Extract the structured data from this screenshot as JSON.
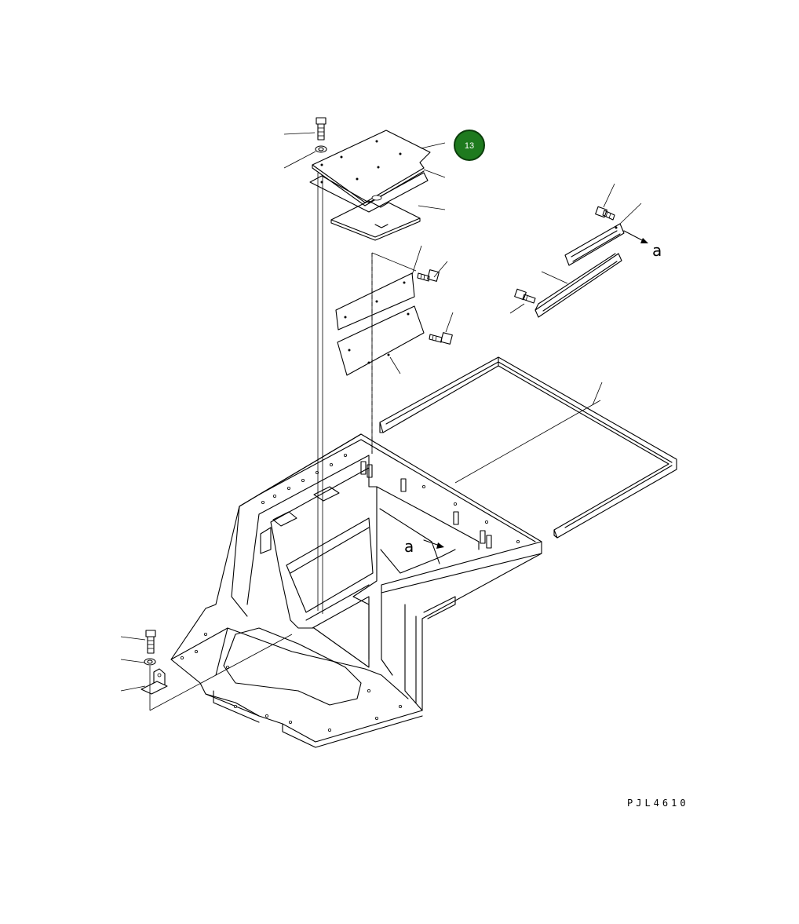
{
  "callout": {
    "number": "13",
    "fill": "#1e7a1e",
    "stroke": "#0b3d0b"
  },
  "labels": {
    "view_letter_top": "a",
    "view_letter_frame": "a"
  },
  "drawing_number": "PJL4610"
}
